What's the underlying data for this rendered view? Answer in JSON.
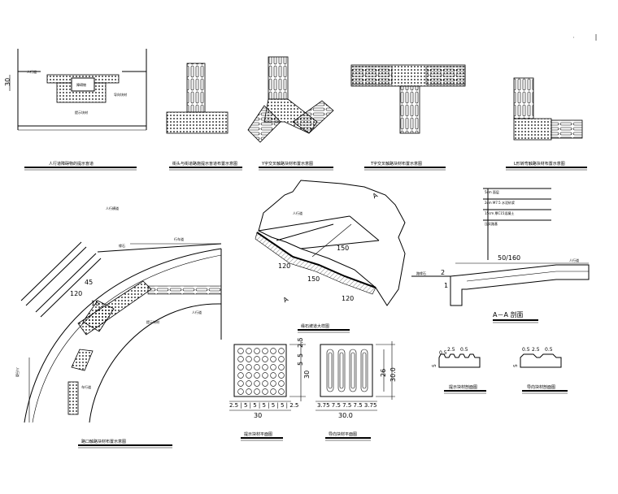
{
  "captions": {
    "sidewalk": "人行道障碍物的提示盲道",
    "crossing": "街头与街道路施提示盲道布置示意图",
    "y_cross": "Y字交叉触路块材布置示意图",
    "t_cross": "T字交叉触路块材布置示意图",
    "l_turn": "L形转弯触路块材布置示意图",
    "curb_ramp": "缘石坡道大样图",
    "corner": "路口触路块材布置示意图",
    "aa_section": "A－A 剖面",
    "dot_tile_plan": "提示块材平面图",
    "bar_tile_plan": "导向块材平面图",
    "dot_tile_section": "提示块材剖面图",
    "bar_tile_section": "导向块材剖面图"
  },
  "labels": {
    "sidewalk_dim": "30",
    "sidewalk_a": "人行道",
    "sidewalk_b": "障碍物",
    "sidewalk_c": "导向块材",
    "sidewalk_d": "提示块材",
    "ramp_sidewalk": "人行道",
    "ramp_a1": "A",
    "ramp_a2": "A",
    "ramp_150a": "150",
    "ramp_150b": "150",
    "ramp_120a": "120",
    "ramp_120b": "120",
    "corner_sidewalk": "人行横道",
    "corner_a": "人行道",
    "corner_b": "缘石",
    "corner_c": "行车道",
    "corner_d": "人行道",
    "corner_e": "提示块材",
    "corner_f": "车行道",
    "corner_120": "120",
    "corner_45": "45",
    "corner_15": "15",
    "section_50_160": "50/160",
    "section_sidewalk": "人行道",
    "section_road": "路缘石",
    "section_1": "1",
    "section_2": "2",
    "section_layer1": "5cm 面层",
    "section_layer2": "2cm M7.5 水泥砂浆",
    "section_layer3": "15cm 厚C15混凝土",
    "section_layer4": "压实路基"
  },
  "tile_dims": {
    "dot_top": "2.5",
    "dot_side_a": "5",
    "dot_side_b": "5",
    "dot_side_total": "30",
    "dot_bottom": "2.5 | 5 | 5 | 5 | 5 | 5 | 2.5",
    "dot_total": "30",
    "bar_side_a": "26",
    "bar_side_b": "30.0",
    "bar_bottom": "3.75 7.5 7.5 7.5 3.75",
    "bar_total": "30.0",
    "dot_sec_a": "0.5",
    "dot_sec_b": "2.5",
    "dot_sec_c": "0.5",
    "dot_sec_d": "5",
    "bar_sec_a": "0.5",
    "bar_sec_b": "2.5",
    "bar_sec_c": "0.5",
    "bar_sec_d": "5"
  }
}
